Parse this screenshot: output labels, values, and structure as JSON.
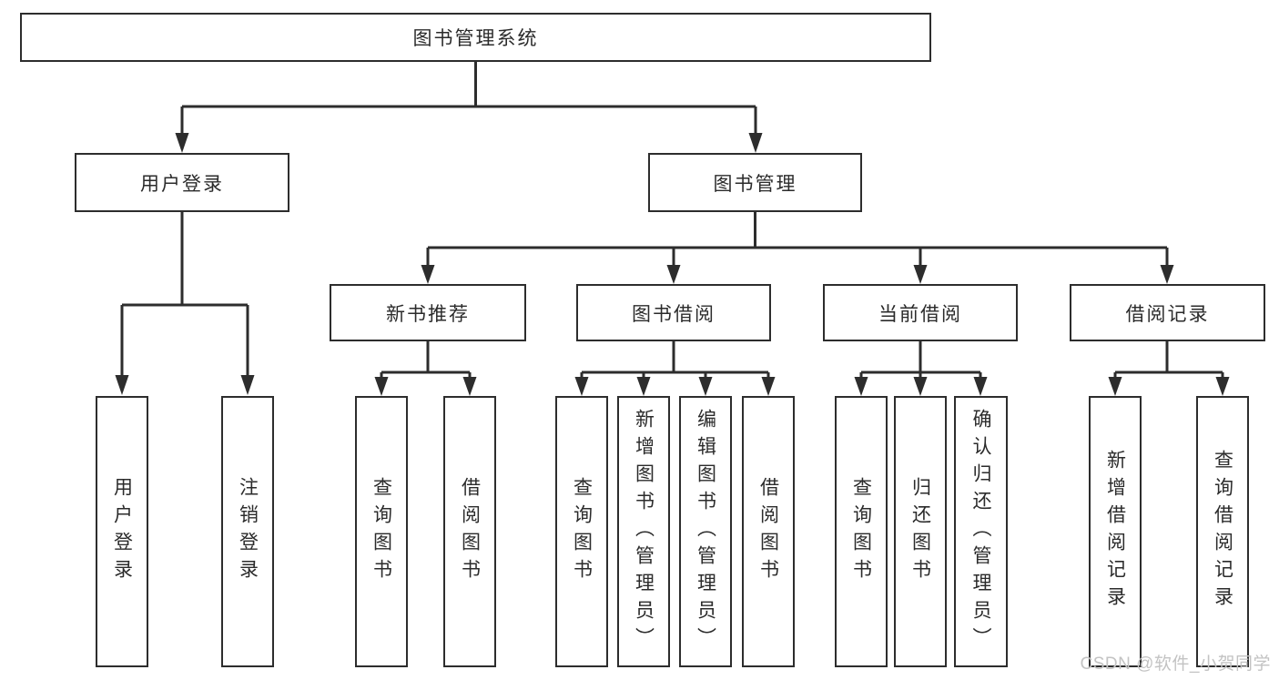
{
  "diagram": {
    "tree": {
      "label": "图书管理系统",
      "children": [
        {
          "label": "用户登录",
          "children": [
            {
              "label": "用户登录"
            },
            {
              "label": "注销登录"
            }
          ]
        },
        {
          "label": "图书管理",
          "children": [
            {
              "label": "新书推荐",
              "children": [
                {
                  "label": "查询图书"
                },
                {
                  "label": "借阅图书"
                }
              ]
            },
            {
              "label": "图书借阅",
              "children": [
                {
                  "label": "查询图书"
                },
                {
                  "label": "新增图书（管理员）"
                },
                {
                  "label": "编辑图书（管理员）"
                },
                {
                  "label": "借阅图书"
                }
              ]
            },
            {
              "label": "当前借阅",
              "children": [
                {
                  "label": "查询图书"
                },
                {
                  "label": "归还图书"
                },
                {
                  "label": "确认归还（管理员）"
                }
              ]
            },
            {
              "label": "借阅记录",
              "children": [
                {
                  "label": "新增借阅记录"
                },
                {
                  "label": "查询借阅记录"
                }
              ]
            }
          ]
        }
      ]
    },
    "colors": {
      "line": "#2d2d2d",
      "node_border": "#2d2d2d",
      "text": "#2b2b2b",
      "background": "#ffffff",
      "watermark": "#c3c3c3"
    }
  },
  "watermark": {
    "text": "CSDN @软件_小贺同学"
  }
}
